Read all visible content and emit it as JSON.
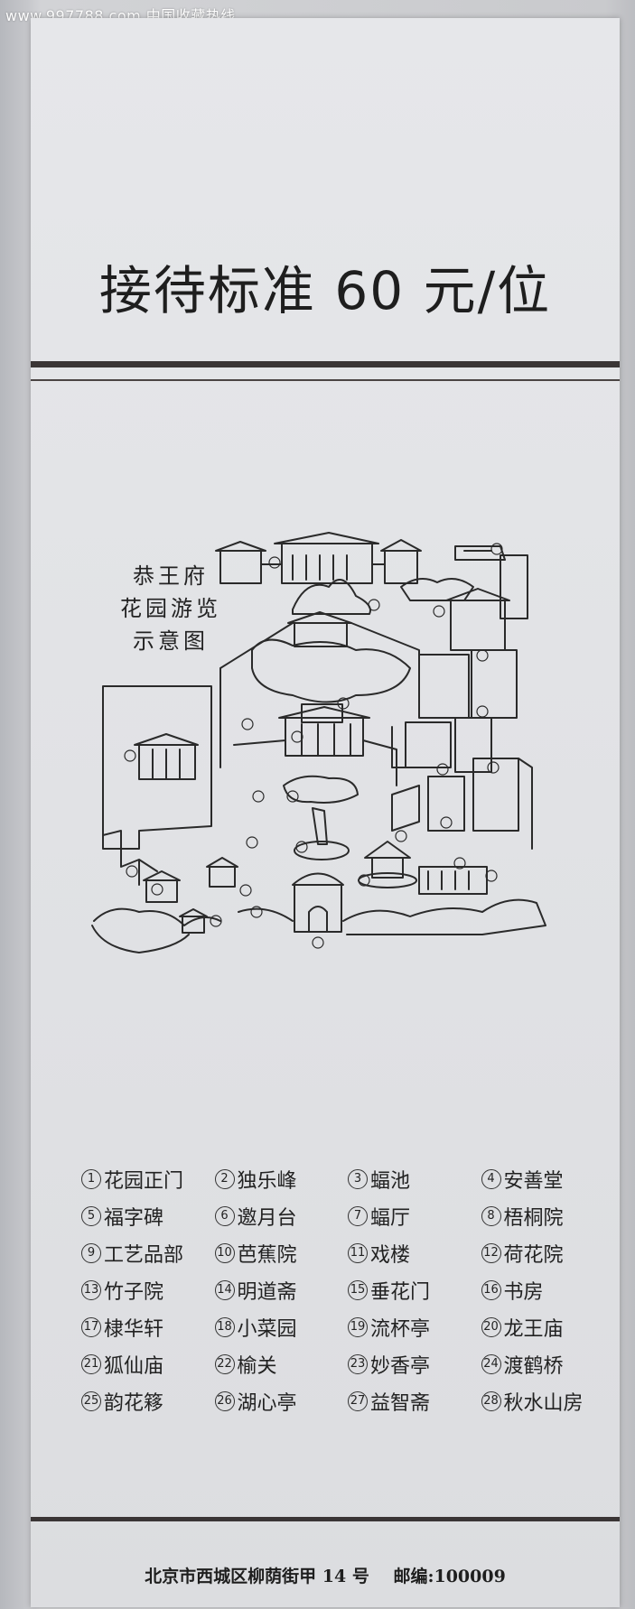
{
  "watermark": {
    "text": "www.997788.com  中国收藏热线"
  },
  "header": {
    "title": "接待标准 60 元/位"
  },
  "map": {
    "title_lines": [
      "恭王府",
      "花园游览",
      "示意图"
    ]
  },
  "legend": {
    "items": [
      {
        "num": "1",
        "label": "花园正门"
      },
      {
        "num": "2",
        "label": "独乐峰"
      },
      {
        "num": "3",
        "label": "蝠池"
      },
      {
        "num": "4",
        "label": "安善堂"
      },
      {
        "num": "5",
        "label": "福字碑"
      },
      {
        "num": "6",
        "label": "邀月台"
      },
      {
        "num": "7",
        "label": "蝠厅"
      },
      {
        "num": "8",
        "label": "梧桐院"
      },
      {
        "num": "9",
        "label": "工艺品部"
      },
      {
        "num": "10",
        "label": "芭蕉院"
      },
      {
        "num": "11",
        "label": "戏楼"
      },
      {
        "num": "12",
        "label": "荷花院"
      },
      {
        "num": "13",
        "label": "竹子院"
      },
      {
        "num": "14",
        "label": "明道斋"
      },
      {
        "num": "15",
        "label": "垂花门"
      },
      {
        "num": "16",
        "label": "书房"
      },
      {
        "num": "17",
        "label": "棣华轩"
      },
      {
        "num": "18",
        "label": "小菜园"
      },
      {
        "num": "19",
        "label": "流杯亭"
      },
      {
        "num": "20",
        "label": "龙王庙"
      },
      {
        "num": "21",
        "label": "狐仙庙"
      },
      {
        "num": "22",
        "label": "榆关"
      },
      {
        "num": "23",
        "label": "妙香亭"
      },
      {
        "num": "24",
        "label": "渡鹤桥"
      },
      {
        "num": "25",
        "label": "韵花簃"
      },
      {
        "num": "26",
        "label": "湖心亭"
      },
      {
        "num": "27",
        "label": "益智斋"
      },
      {
        "num": "28",
        "label": "秋水山房"
      }
    ]
  },
  "footer": {
    "address": "北京市西城区柳荫街甲 14 号",
    "postcode": "邮编:100009"
  }
}
